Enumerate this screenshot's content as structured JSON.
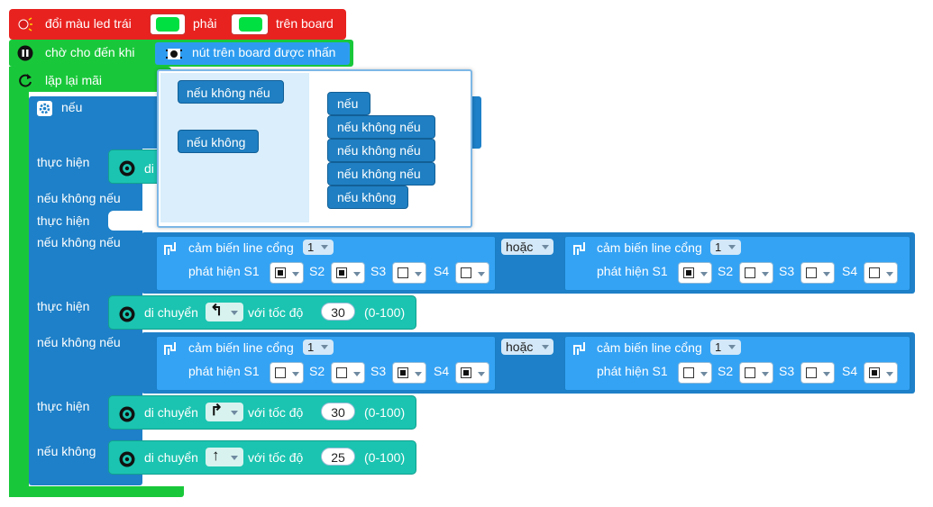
{
  "top_block": {
    "label_prefix": "đổi màu led trái",
    "label_mid": "phải",
    "label_suffix": "trên board",
    "left_color": "#00e040",
    "right_color": "#00e040"
  },
  "wait_block": {
    "label": "chờ cho đến khi",
    "condition": "nút trên board được nhấn"
  },
  "loop_block": {
    "label": "lặp lại mãi"
  },
  "if_block": {
    "if_label": "nếu",
    "do_label": "thực hiện",
    "elseif_label": "nếu không nếu",
    "else_label": "nếu không"
  },
  "mutator": {
    "left_items": [
      "nếu không nếu",
      "nếu không"
    ],
    "right_items": [
      "nếu",
      "nếu không nếu",
      "nếu không nếu",
      "nếu không nếu",
      "nếu không"
    ]
  },
  "move_first": {
    "label": "di"
  },
  "sensor_row1": {
    "or_label": "hoặc",
    "left": {
      "title": "cảm biến line cổng",
      "port": "1",
      "detect": "phát hiện S1",
      "s2": "S2",
      "s3": "S3",
      "s4": "S4",
      "values": [
        true,
        true,
        false,
        false
      ]
    },
    "right": {
      "title": "cảm biến line cổng",
      "port": "1",
      "detect": "phát hiện S1",
      "s2": "S2",
      "s3": "S3",
      "s4": "S4",
      "values": [
        true,
        false,
        false,
        false
      ]
    }
  },
  "move_row1": {
    "label": "di chuyển",
    "arrow": "↰",
    "speed_label": "với tốc độ",
    "speed": "30",
    "range": "(0-100)"
  },
  "sensor_row2": {
    "or_label": "hoặc",
    "left": {
      "title": "cảm biến line cổng",
      "port": "1",
      "detect": "phát hiện S1",
      "s2": "S2",
      "s3": "S3",
      "s4": "S4",
      "values": [
        false,
        false,
        true,
        true
      ]
    },
    "right": {
      "title": "cảm biến line cổng",
      "port": "1",
      "detect": "phát hiện S1",
      "s2": "S2",
      "s3": "S3",
      "s4": "S4",
      "values": [
        false,
        false,
        false,
        true
      ]
    }
  },
  "move_row2": {
    "label": "di chuyển",
    "arrow": "↱",
    "speed_label": "với tốc độ",
    "speed": "30",
    "range": "(0-100)"
  },
  "move_row3": {
    "label": "di chuyển",
    "arrow": "↑",
    "speed_label": "với tốc độ",
    "speed": "25",
    "range": "(0-100)"
  }
}
